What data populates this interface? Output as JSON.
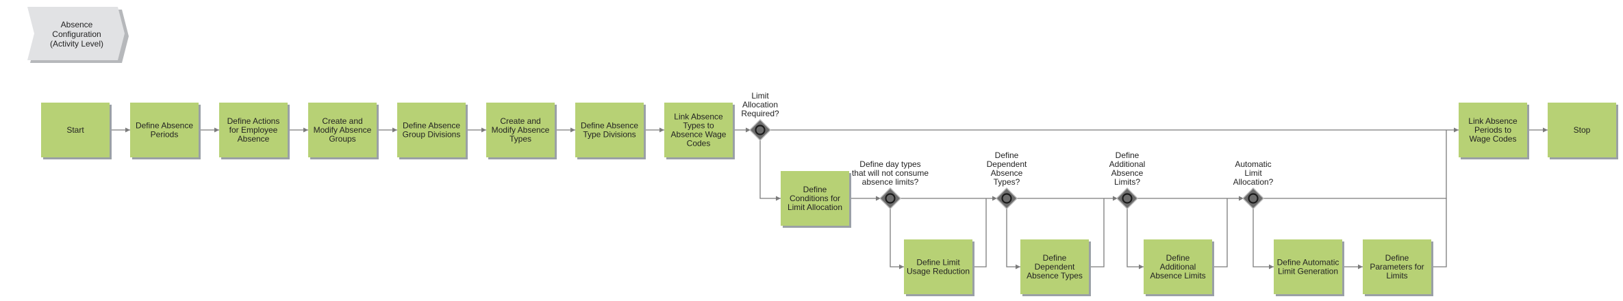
{
  "colors": {
    "task_fill": "#b7d175",
    "task_shadow": "#9aa0a6",
    "chevron_fill": "#e1e2e4",
    "chevron_shadow": "#b6b8bb",
    "connector": "#7b7b7b",
    "gateway_fill": "#6d6d6d",
    "gateway_shadow": "#b9b9b9",
    "gateway_ring": "#1b1b1b"
  },
  "header": {
    "lines": [
      "Absence",
      "Configuration",
      "(Activity Level)"
    ]
  },
  "tasks": {
    "start": [
      "Start"
    ],
    "define_absence_periods": [
      "Define Absence",
      "Periods"
    ],
    "define_actions": [
      "Define Actions",
      "for Employee",
      "Absence"
    ],
    "create_groups": [
      "Create and",
      "Modify Absence",
      "Groups"
    ],
    "group_divisions": [
      "Define Absence",
      "Group Divisions"
    ],
    "create_types": [
      "Create and",
      "Modify Absence",
      "Types"
    ],
    "type_divisions": [
      "Define Absence",
      "Type Divisions"
    ],
    "link_types_wage": [
      "Link Absence",
      "Types to",
      "Absence Wage",
      "Codes"
    ],
    "conditions_limit": [
      "Define",
      "Conditions for",
      "Limit Allocation"
    ],
    "limit_usage_reduction": [
      "Define Limit",
      "Usage Reduction"
    ],
    "dependent_types": [
      "Define",
      "Dependent",
      "Absence Types"
    ],
    "additional_limits": [
      "Define",
      "Additional",
      "Absence Limits"
    ],
    "automatic_generation": [
      "Define Automatic",
      "Limit Generation"
    ],
    "parameters_limits": [
      "Define",
      "Parameters for",
      "Limits"
    ],
    "link_periods_wage": [
      "Link Absence",
      "Periods to",
      "Wage Codes"
    ],
    "stop": [
      "Stop"
    ]
  },
  "gateways": {
    "limit_allocation_required": [
      "Limit",
      "Allocation",
      "Required?"
    ],
    "define_day_types": [
      "Define day types",
      "that will not consume",
      "absence limits?"
    ],
    "define_dependent_types": [
      "Define",
      "Dependent",
      "Absence",
      "Types?"
    ],
    "define_additional_limits": [
      "Define",
      "Additional",
      "Absence",
      "Limits?"
    ],
    "automatic_limit_allocation": [
      "Automatic",
      "Limit",
      "Allocation?"
    ]
  }
}
